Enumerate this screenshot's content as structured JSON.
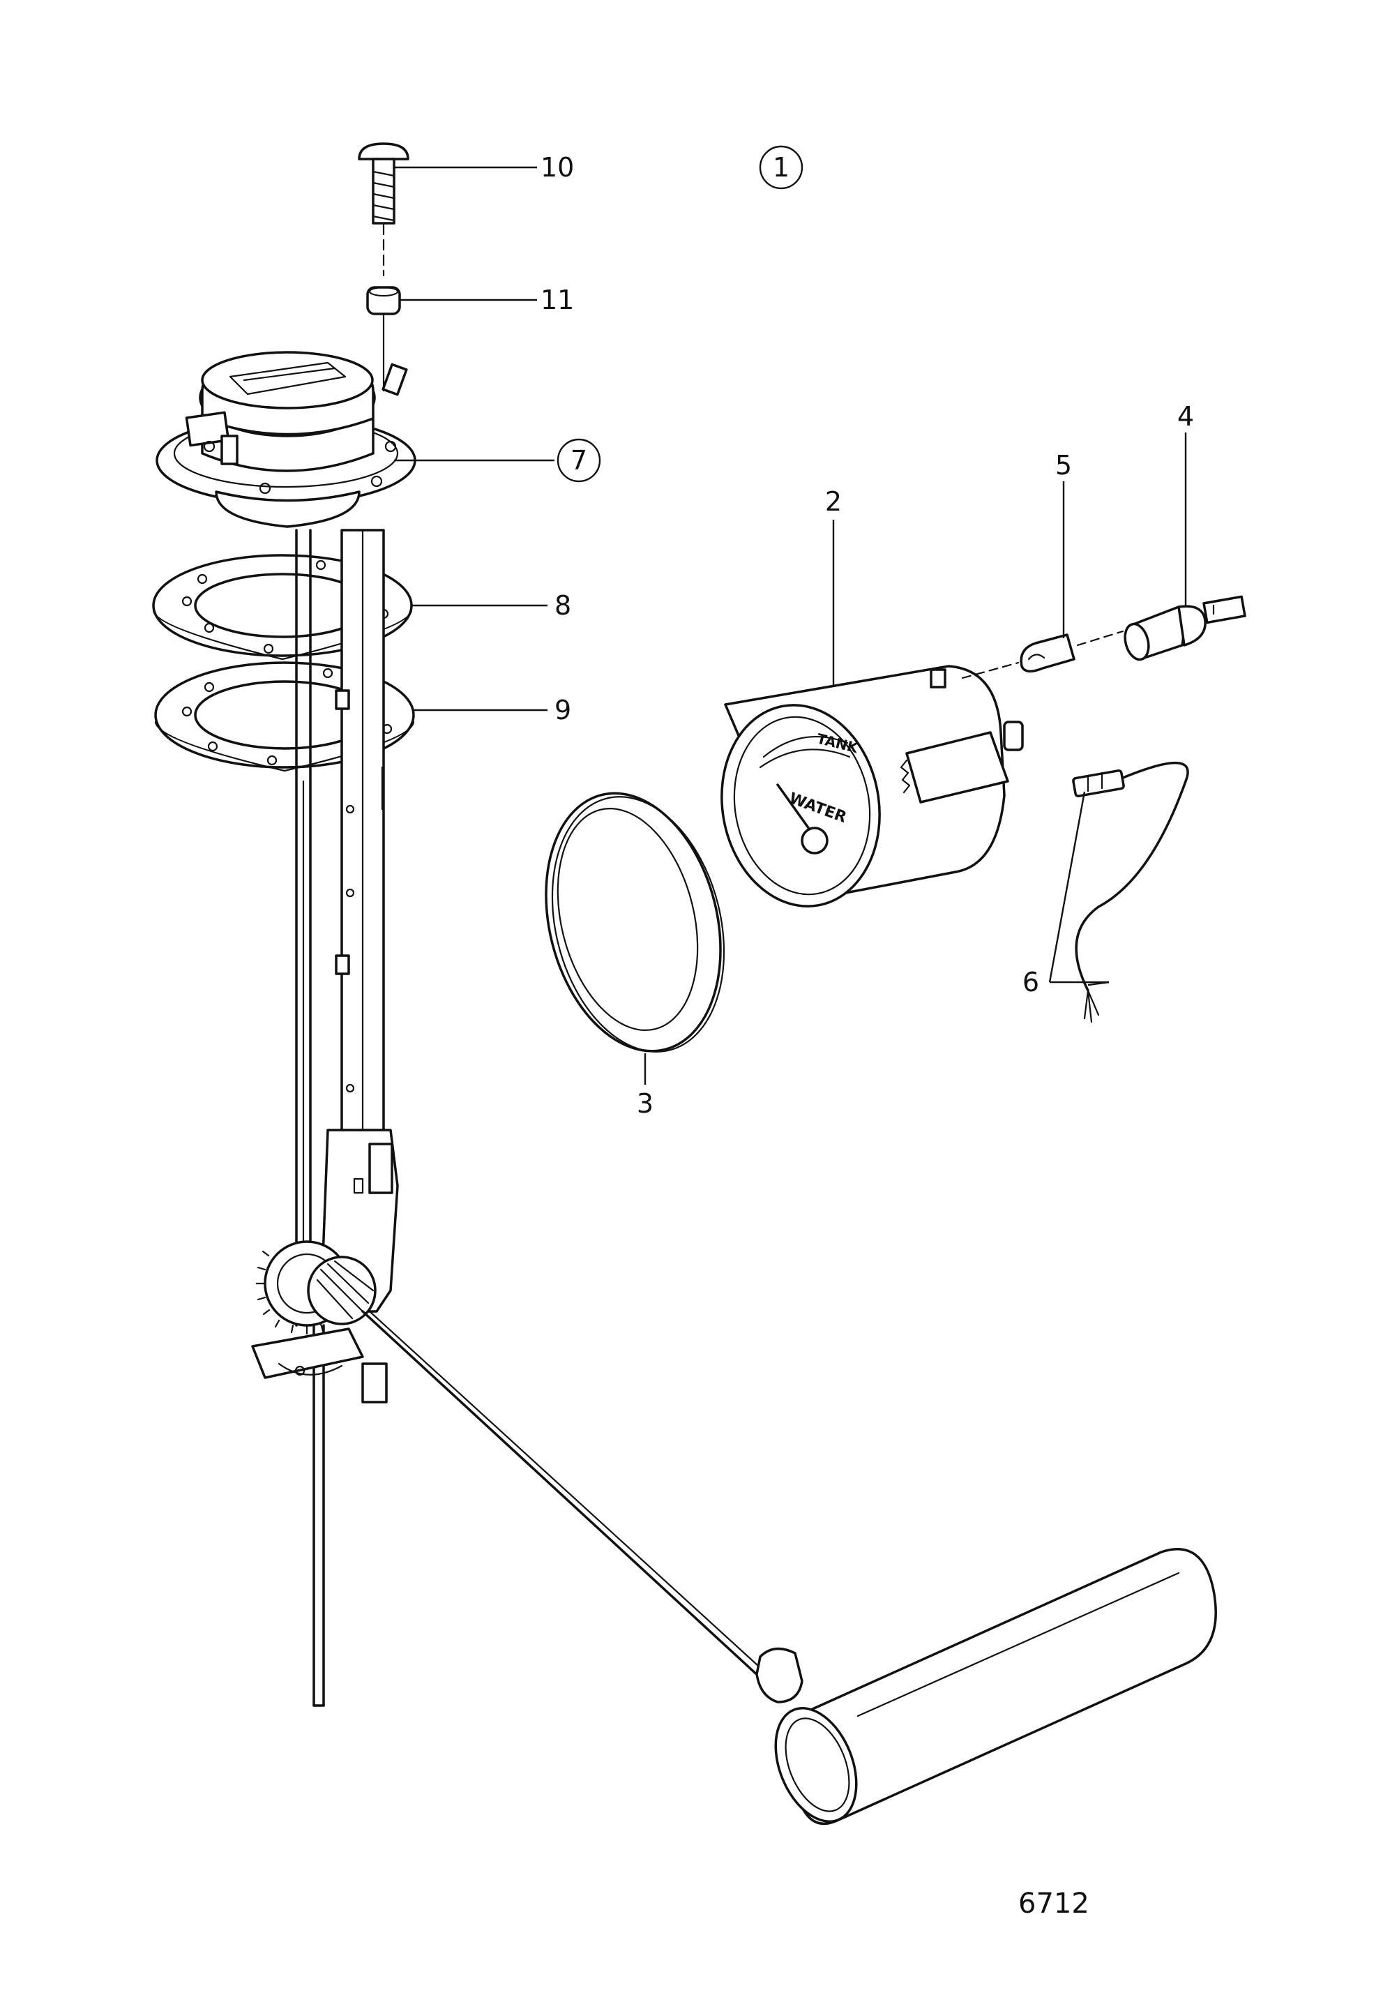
{
  "drawing": {
    "figure_marker": "1",
    "drawing_number": "6712",
    "gauge_face": {
      "upper_text": "TANK",
      "lower_text": "WATER"
    },
    "callouts": [
      {
        "id": "callout-10",
        "label": "10"
      },
      {
        "id": "callout-11",
        "label": "11"
      },
      {
        "id": "callout-7",
        "label": "7",
        "circled": true
      },
      {
        "id": "callout-8",
        "label": "8"
      },
      {
        "id": "callout-9",
        "label": "9"
      },
      {
        "id": "callout-2",
        "label": "2"
      },
      {
        "id": "callout-3",
        "label": "3"
      },
      {
        "id": "callout-4",
        "label": "4"
      },
      {
        "id": "callout-5",
        "label": "5"
      },
      {
        "id": "callout-6",
        "label": "6"
      }
    ]
  }
}
